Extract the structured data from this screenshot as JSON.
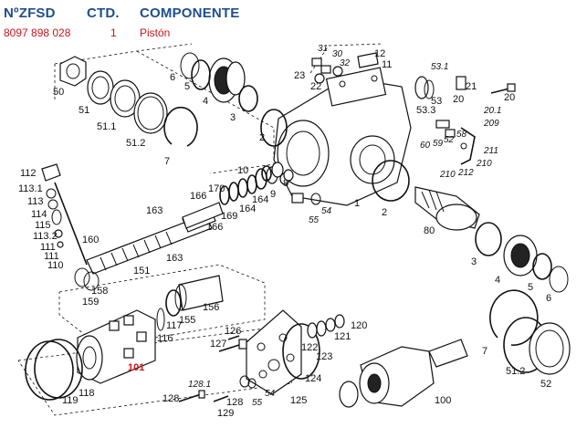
{
  "header": {
    "col_number": "NºZFSD",
    "col_quantity": "CTD.",
    "col_component": "COMPONENTE"
  },
  "row": {
    "number": "8097 898 028",
    "quantity": "1",
    "component": "Pistón"
  },
  "highlight_color": "#d0141c",
  "header_color": "#1f4e8c",
  "callouts": {
    "c50": "50",
    "c51": "51",
    "c51_1": "51.1",
    "c51_2": "51.2",
    "c7": "7",
    "c6": "6",
    "c5": "5",
    "c4": "4",
    "c3": "3",
    "c2": "2",
    "c31": "31",
    "c30": "30",
    "c32": "32",
    "c23": "23",
    "c22": "22",
    "c12": "12",
    "c11": "11",
    "c53_1": "53.1",
    "c53": "53",
    "c53_3": "53.3",
    "c21": "21",
    "c20a": "20",
    "c20b": "20",
    "c20_1": "20.1",
    "c209": "209",
    "c60": "60",
    "c59": "59",
    "c52": "52",
    "c58": "58",
    "c211": "211",
    "c210a": "210",
    "c210b": "210",
    "c212": "212",
    "c112": "112",
    "c113_1": "113.1",
    "c113": "113",
    "c114": "114",
    "c115": "115",
    "c113_2": "113.2",
    "c111a": "111",
    "c111b": "111",
    "c110": "110",
    "c160": "160",
    "c163a": "163",
    "c163b": "163",
    "c166a": "166",
    "c166b": "166",
    "c170": "170",
    "c169": "169",
    "c164a": "164",
    "c164b": "164",
    "c10": "10",
    "c9": "9",
    "c8": "8",
    "c1": "1",
    "c2b": "2",
    "c54": "54",
    "c55": "55",
    "c80": "80",
    "c151": "151",
    "c158": "158",
    "c159": "159",
    "c156": "156",
    "c155": "155",
    "c117": "117",
    "c116": "116",
    "c101": "101",
    "c119": "119",
    "c118": "118",
    "c126": "126",
    "c127": "127",
    "c128_1": "128.1",
    "c128a": "128",
    "c128b": "128",
    "c129": "129",
    "c55b": "55",
    "c54b": "54",
    "c125": "125",
    "c124": "124",
    "c122": "122",
    "c123": "123",
    "c121": "121",
    "c120": "120",
    "c100": "100",
    "c3b": "3",
    "c4b": "4",
    "c5b": "5",
    "c6b": "6",
    "c7b": "7",
    "c51_2b": "51.2",
    "c52b": "52"
  }
}
